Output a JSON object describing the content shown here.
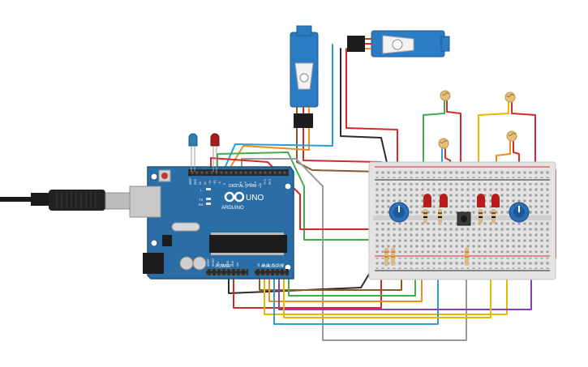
{
  "arduino": {
    "brand": "ARDUINO",
    "model": "UNO",
    "digital_header": "DIGITAL (PWM ~)",
    "power_header": "POWER",
    "analog_header": "ANALOG IN",
    "led_l": "L",
    "led_tx": "TX",
    "led_rx": "RX",
    "aref": "AREF",
    "gnd": "GND",
    "pin13": "13",
    "pin12": "12",
    "pin11": "~11",
    "pin10": "~10",
    "pin9": "~9",
    "pin8": "8",
    "pin7": "7",
    "pin6": "~6",
    "pin5": "~5",
    "pin4": "4",
    "pin3": "~3",
    "pin2": "2",
    "pin1": "TX 1",
    "pin0": "RX 0",
    "ioref": "IOREF",
    "reset": "RESET",
    "v33": "3.3V",
    "v5": "5V",
    "pgnd1": "GND",
    "pgnd2": "GND",
    "vin": "Vin",
    "a0": "A0",
    "a1": "A1",
    "a2": "A2",
    "a3": "A3",
    "a4": "A4",
    "a5": "A5"
  },
  "colors": {
    "board": "#2b6ea6",
    "breadboard": "#e3e3e3",
    "wire_red": "#d42a2a",
    "wire_black": "#2b2b2b",
    "wire_green": "#3fae4a",
    "wire_yellow": "#e6b800",
    "wire_orange": "#f08c1a",
    "wire_blue": "#2a9fd6",
    "wire_purple": "#8a3fb2",
    "wire_gray": "#9a9a9a",
    "wire_brown": "#8b5a2b",
    "servo": "#2c7cc4"
  },
  "icons": [
    "usb-cable-icon",
    "servo-icon",
    "potentiometer-icon",
    "photoresistor-icon",
    "led-icon",
    "resistor-icon",
    "pushbutton-icon",
    "reset-button-icon"
  ]
}
